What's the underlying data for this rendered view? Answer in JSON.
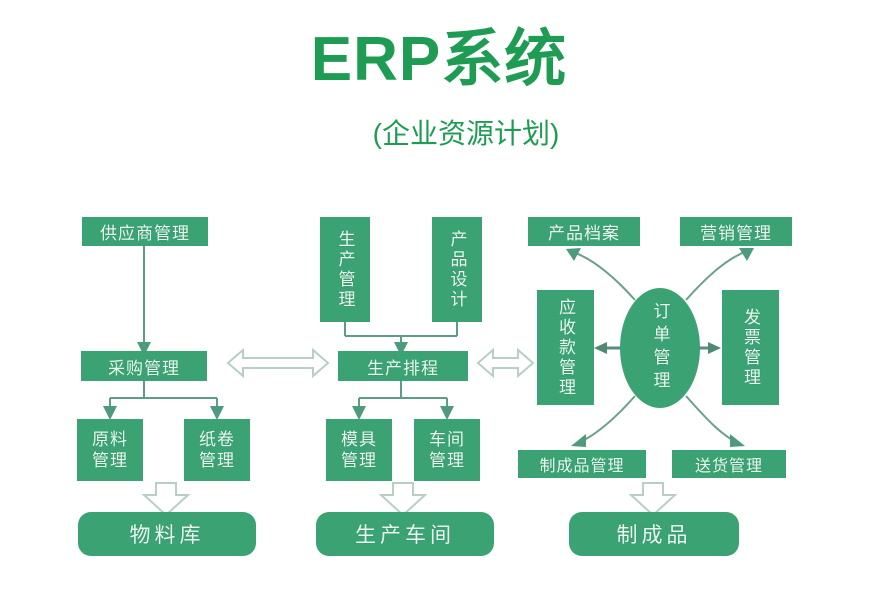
{
  "header": {
    "title": "ERP系统",
    "subtitle": "(企业资源计划)",
    "accent_color": "#1f9c53",
    "node_fill": "#3aa273",
    "connector_color": "#5d9c85"
  },
  "diagram": {
    "type": "flowchart",
    "columns": [
      {
        "name": "procurement",
        "nodes": [
          "供应商管理",
          "采购管理",
          "原料管理",
          "纸卷管理",
          "物料库"
        ]
      },
      {
        "name": "production",
        "nodes": [
          "生产管理",
          "产品设计",
          "生产排程",
          "模具管理",
          "车间管理",
          "生产车间"
        ]
      },
      {
        "name": "order",
        "nodes": [
          "产品档案",
          "营销管理",
          "应收款管理",
          "订单管理",
          "发票管理",
          "制成品管理",
          "送货管理",
          "制成品"
        ]
      }
    ]
  },
  "nodes": {
    "supplier_mgmt": "供应商管理",
    "purchase_mgmt": "采购管理",
    "material_mgmt": "原料\n管理",
    "paper_roll_mgmt": "纸卷\n管理",
    "material_warehouse": "物料库",
    "production_mgmt": "生产管理",
    "product_design": "产品设计",
    "production_schedule": "生产排程",
    "mold_mgmt": "模具\n管理",
    "workshop_mgmt": "车间\n管理",
    "production_workshop": "生产车间",
    "product_archive": "产品档案",
    "marketing_mgmt": "营销管理",
    "receivable_mgmt": "应收款管理",
    "order_mgmt": "订单管理",
    "invoice_mgmt": "发票管理",
    "finished_goods_mgmt": "制成品管理",
    "delivery_mgmt": "送货管理",
    "finished_goods": "制成品"
  }
}
